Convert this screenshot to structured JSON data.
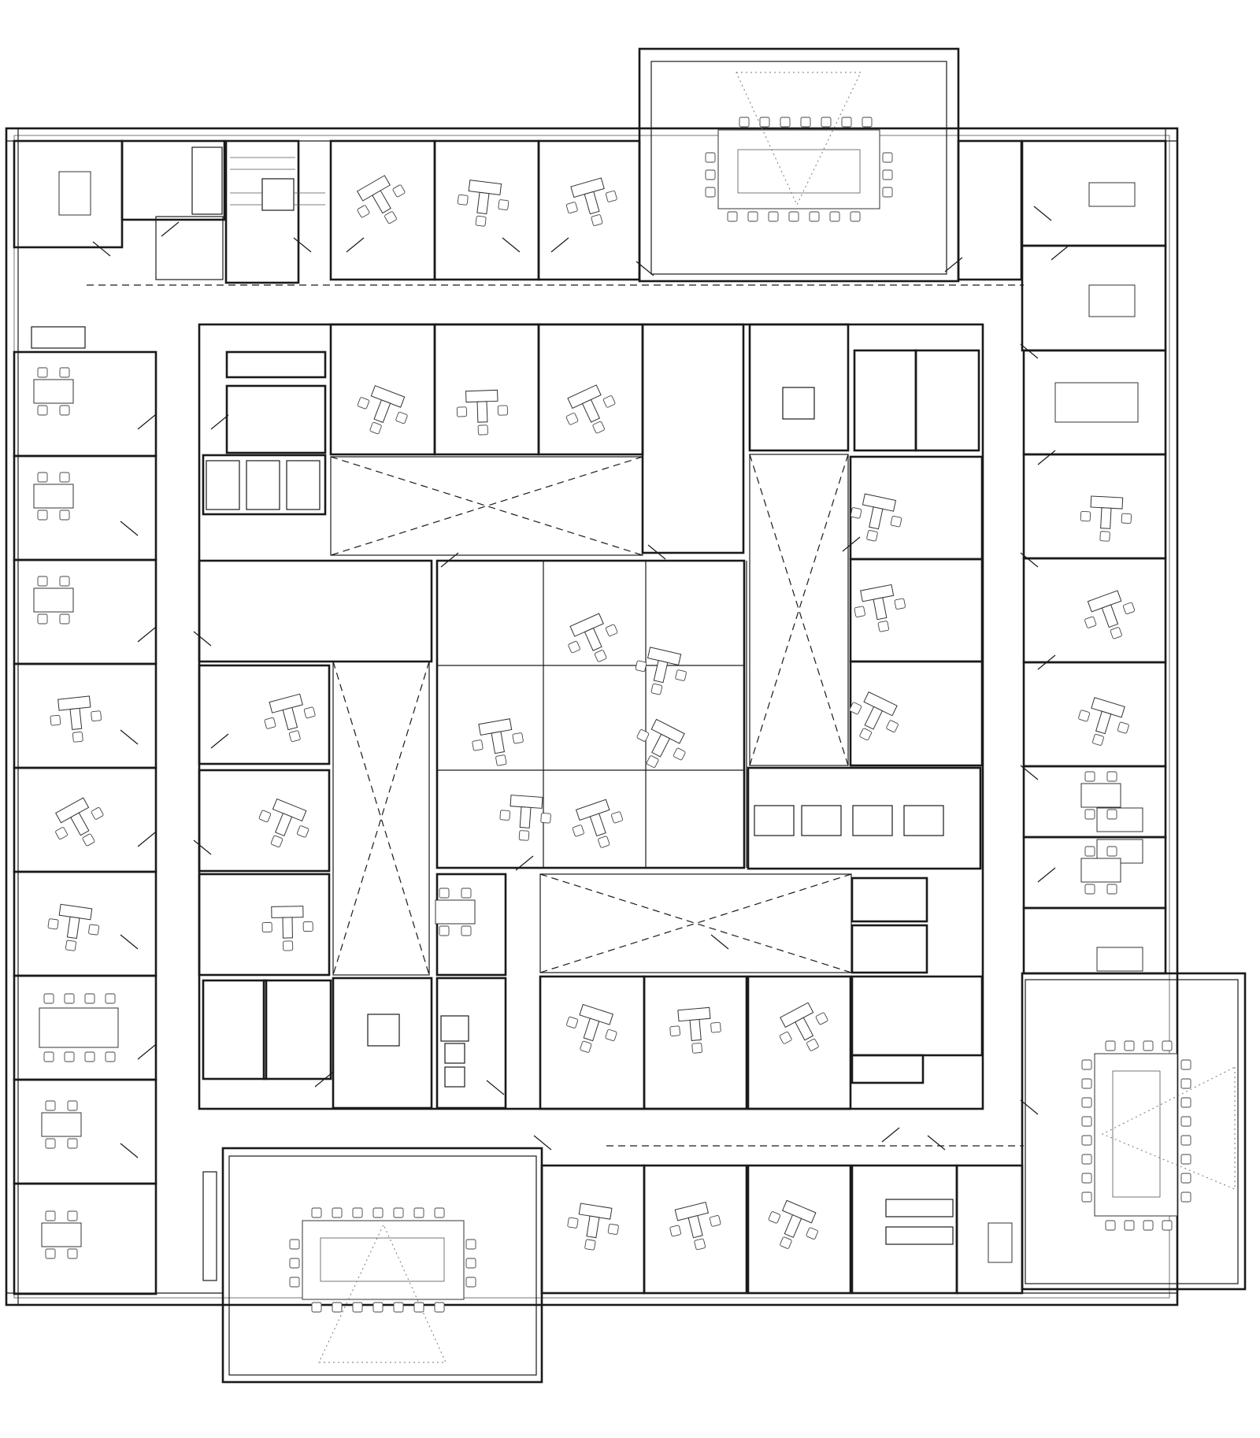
{
  "plan": {
    "background": "#ffffff",
    "line_color": "#1a1a1a",
    "secondary_line_color": "#8a8a8a",
    "elements": {
      "meeting_rooms": 3,
      "office_rooms": 46,
      "stair_cores": 3,
      "elevators": 5,
      "atrium_voids": 4
    }
  }
}
